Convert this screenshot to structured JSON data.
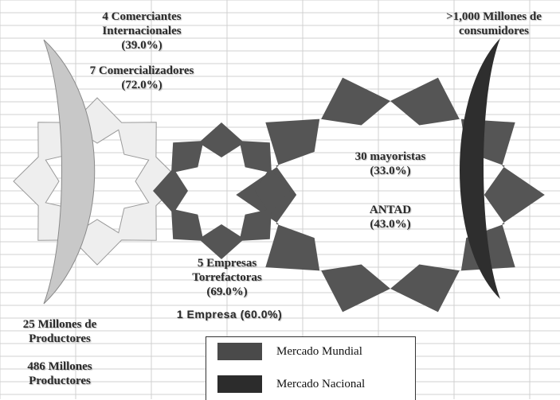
{
  "labels": {
    "comerciantes": [
      "4 Comerciantes",
      "Internacionales",
      "(39.0%)"
    ],
    "comercializadores": [
      "7 Comercializadores",
      "(72.0%)"
    ],
    "consumidores": [
      ">1,000 Millones de",
      "consumidores"
    ],
    "mayoristas": [
      "30 mayoristas",
      "(33.0%)"
    ],
    "antad": [
      "ANTAD",
      "(43.0%)"
    ],
    "torrefactoras": [
      "5 Empresas",
      "Torrefactoras",
      "(69.0%)"
    ],
    "empresa": "1 Empresa (60.0%)",
    "productores_25": [
      "25 Millones de",
      "Productores"
    ],
    "productores_486": [
      "486 Millones",
      "Productores"
    ]
  },
  "legend": [
    {
      "label": "Mercado Mundial",
      "color": "#4a4a4a"
    },
    {
      "label": "Mercado Nacional",
      "color": "#2c2c2c"
    }
  ],
  "colors": {
    "grid": "#d0d0d0",
    "light_shape": "#eeeeee",
    "light_crescent": "#c8c8c8",
    "mid_ring": "#555555",
    "dark_crescent": "#2e2e2e"
  }
}
